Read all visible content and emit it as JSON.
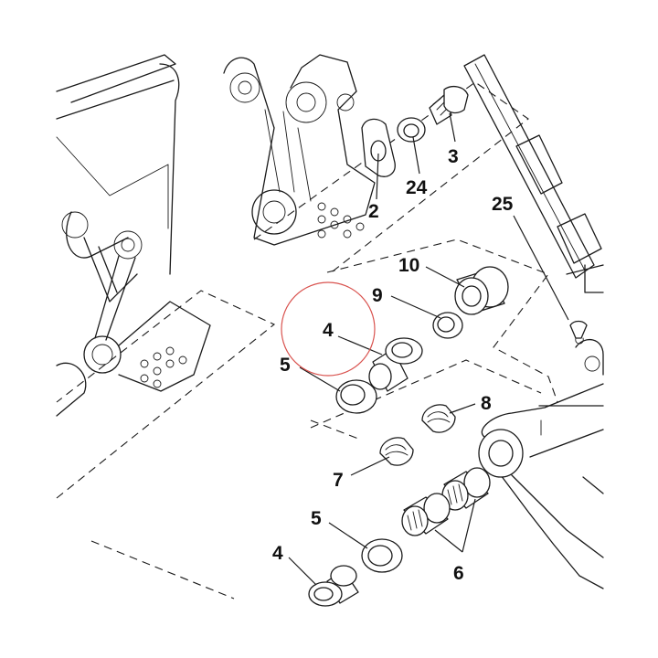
{
  "diagram": {
    "callouts": [
      {
        "id": "c2",
        "text": "2"
      },
      {
        "id": "c24",
        "text": "24"
      },
      {
        "id": "c3",
        "text": "3"
      },
      {
        "id": "c25",
        "text": "25"
      },
      {
        "id": "c10",
        "text": "10"
      },
      {
        "id": "c9",
        "text": "9"
      },
      {
        "id": "c4a",
        "text": "4"
      },
      {
        "id": "c5a",
        "text": "5"
      },
      {
        "id": "c8",
        "text": "8"
      },
      {
        "id": "c7",
        "text": "7"
      },
      {
        "id": "c5b",
        "text": "5"
      },
      {
        "id": "c4b",
        "text": "4"
      },
      {
        "id": "c6",
        "text": "6"
      }
    ],
    "highlight": {
      "target": "4",
      "color": "#d9534f"
    }
  }
}
